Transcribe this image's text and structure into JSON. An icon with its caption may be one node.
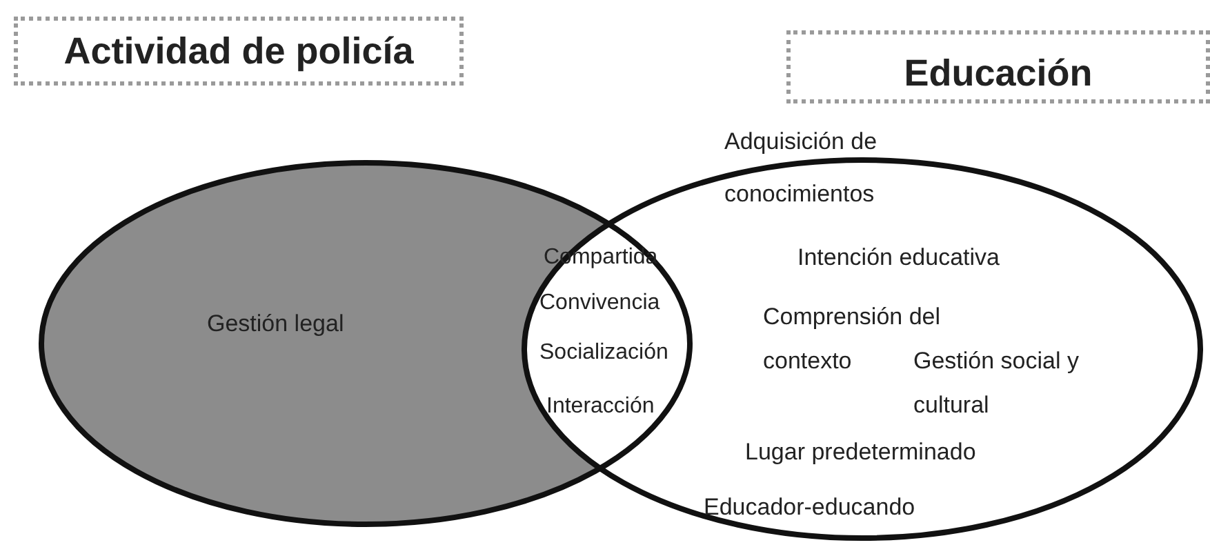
{
  "diagram": {
    "nodes": [
      {
        "text": [
          "Actividad de policía"
        ]
      },
      {
        "text": [
          "Educación"
        ]
      },
      {
        "text": [
          "Gestión legal"
        ]
      },
      {
        "text": [
          "Adquisición de conocimientos",
          "Intención educativa",
          "Comprensión del contexto",
          "Gestión social y cultural",
          "Lugar predeterminado",
          "Educador-educando"
        ]
      }
    ],
    "edges": [],
    "labels": [
      "Compartida",
      "Convivencia",
      "Socialización",
      "Interacción"
    ]
  }
}
